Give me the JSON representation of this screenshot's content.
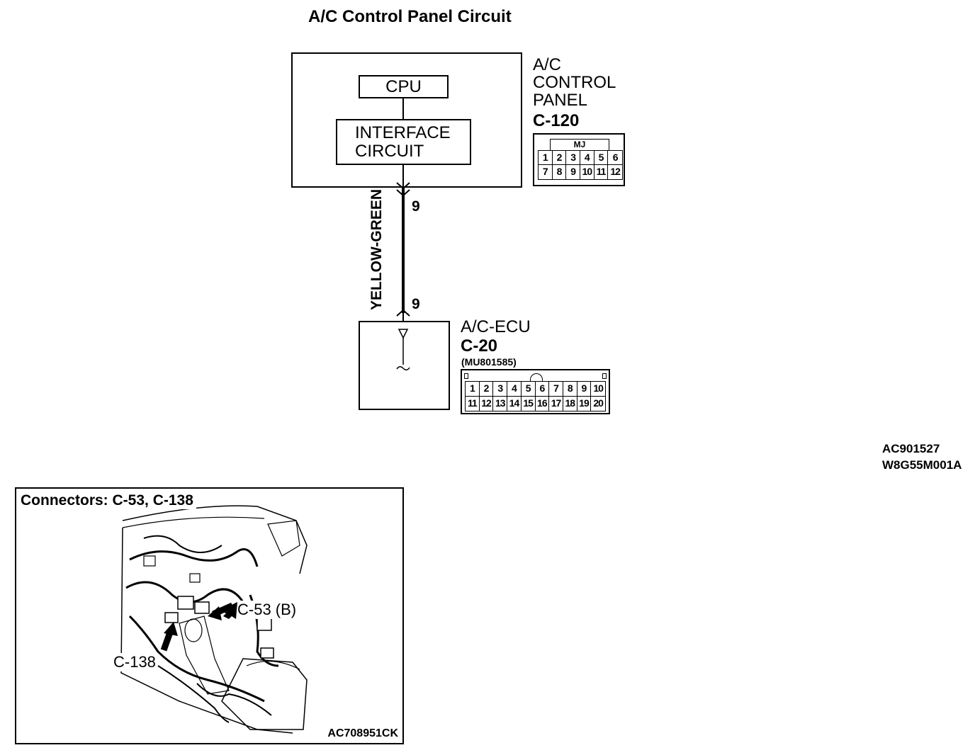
{
  "title": "A/C Control Panel Circuit",
  "control_panel": {
    "cpu_label": "CPU",
    "interface_label": [
      "INTERFACE",
      "CIRCUIT"
    ],
    "name_lines": [
      "A/C",
      "CONTROL",
      "PANEL"
    ],
    "connector_id": "C-120",
    "connector_tag": "MJ",
    "pins_row1": [
      "1",
      "2",
      "3",
      "4",
      "5",
      "6"
    ],
    "pins_row2": [
      "7",
      "8",
      "9",
      "10",
      "11",
      "12"
    ]
  },
  "wire": {
    "color_label": "YELLOW-GREEN",
    "pin_top": "9",
    "pin_bottom": "9"
  },
  "ecu": {
    "name": "A/C-ECU",
    "connector_id": "C-20",
    "part_number": "(MU801585)",
    "pins_row1": [
      "1",
      "2",
      "3",
      "4",
      "5",
      "6",
      "7",
      "8",
      "9",
      "10"
    ],
    "pins_row2": [
      "11",
      "12",
      "13",
      "14",
      "15",
      "16",
      "17",
      "18",
      "19",
      "20"
    ]
  },
  "codes": {
    "diagram_code": "AC901527",
    "ref_code": "W8G55M001A"
  },
  "connector_photo": {
    "title": "Connectors: C-53, C-138",
    "callout_c53": "C-53 (B)",
    "callout_c138": "C-138",
    "image_code": "AC708951CK"
  }
}
